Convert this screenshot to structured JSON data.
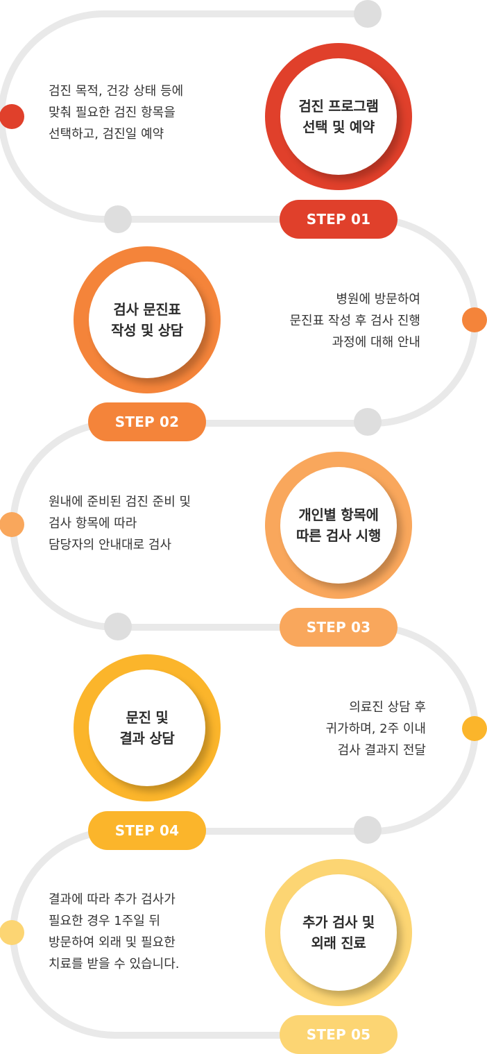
{
  "steps": [
    {
      "step_label": "STEP 01",
      "title_line1": "검진 프로그램",
      "title_line2": "선택 및 예약",
      "desc": [
        "검진 목적, 건강 상태 등에",
        "맞춰 필요한 검진 항목을",
        "선택하고, 검진일 예약"
      ],
      "color": "#e0402b"
    },
    {
      "step_label": "STEP 02",
      "title_line1": "검사 문진표",
      "title_line2": "작성 및 상담",
      "desc": [
        "병원에 방문하여",
        "문진표 작성 후 검사 진행",
        "과정에 대해 안내"
      ],
      "color": "#f4843a"
    },
    {
      "step_label": "STEP 03",
      "title_line1": "개인별 항목에",
      "title_line2": "따른 검사 시행",
      "desc": [
        "원내에 준비된 검진 준비 및",
        "검사 항목에 따라",
        "담당자의 안내대로 검사"
      ],
      "color": "#f9a75c"
    },
    {
      "step_label": "STEP 04",
      "title_line1": "문진 및",
      "title_line2": "결과 상담",
      "desc": [
        "의료진 상담 후",
        "귀가하며, 2주 이내",
        "검사 결과지 전달"
      ],
      "color": "#fbb52b"
    },
    {
      "step_label": "STEP 05",
      "title_line1": "추가 검사 및",
      "title_line2": "외래 진료",
      "desc": [
        "결과에 따라 추가 검사가",
        "필요한 경우 1주일 뒤",
        "방문하여 외래 및 필요한",
        "치료를 받을 수 있습니다."
      ],
      "color": "#fcd573"
    }
  ],
  "colors": {
    "track": "#e9e9e9",
    "node_grey": "#dedede"
  }
}
